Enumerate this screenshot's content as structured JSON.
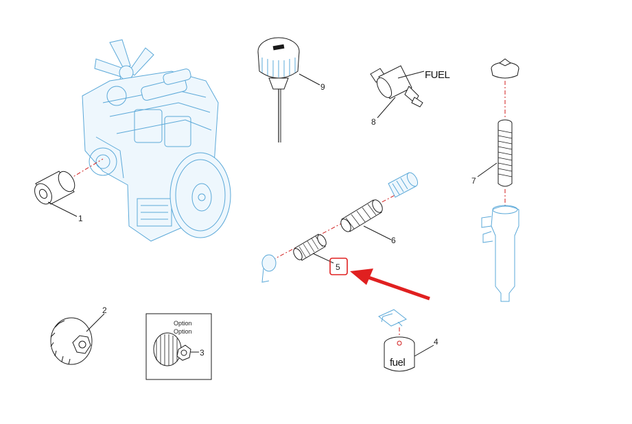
{
  "callouts": [
    {
      "id": "1",
      "text": "1"
    },
    {
      "id": "2",
      "text": "2"
    },
    {
      "id": "3",
      "text": "3"
    },
    {
      "id": "4",
      "text": "4"
    },
    {
      "id": "5",
      "text": "5"
    },
    {
      "id": "6",
      "text": "6"
    },
    {
      "id": "7",
      "text": "7"
    },
    {
      "id": "8",
      "text": "8"
    },
    {
      "id": "9",
      "text": "9"
    }
  ],
  "labels": {
    "fuel_line": "FUEL",
    "fuel_canister": "fuel",
    "option_line1": "Option",
    "option_line2": "Option"
  },
  "colors": {
    "engine_outline": "#5aa8d8",
    "part_outline": "#1a1a1a",
    "leader_red": "#d01a1a",
    "highlight_box": "#e02020",
    "arrow": "#e02020"
  },
  "highlight": {
    "target_callout": "5"
  }
}
